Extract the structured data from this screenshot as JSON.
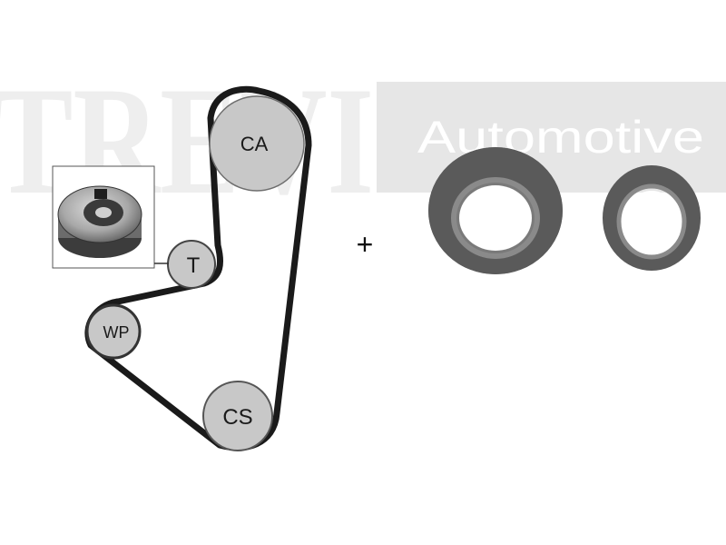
{
  "watermark": {
    "brand": "TREVI",
    "tagline": "Automotive"
  },
  "diagram": {
    "pulleys": {
      "camshaft": "CA",
      "tensioner": "T",
      "water_pump": "WP",
      "crankshaft": "CS"
    },
    "plus_sign": "+"
  },
  "colors": {
    "watermark_gray": "#e6e6e6",
    "pulley_fill": "#c8c8c8",
    "belt": "#1a1a1a",
    "seal_outer": "#5a5a5a",
    "seal_inner": "#8a8a8a"
  }
}
